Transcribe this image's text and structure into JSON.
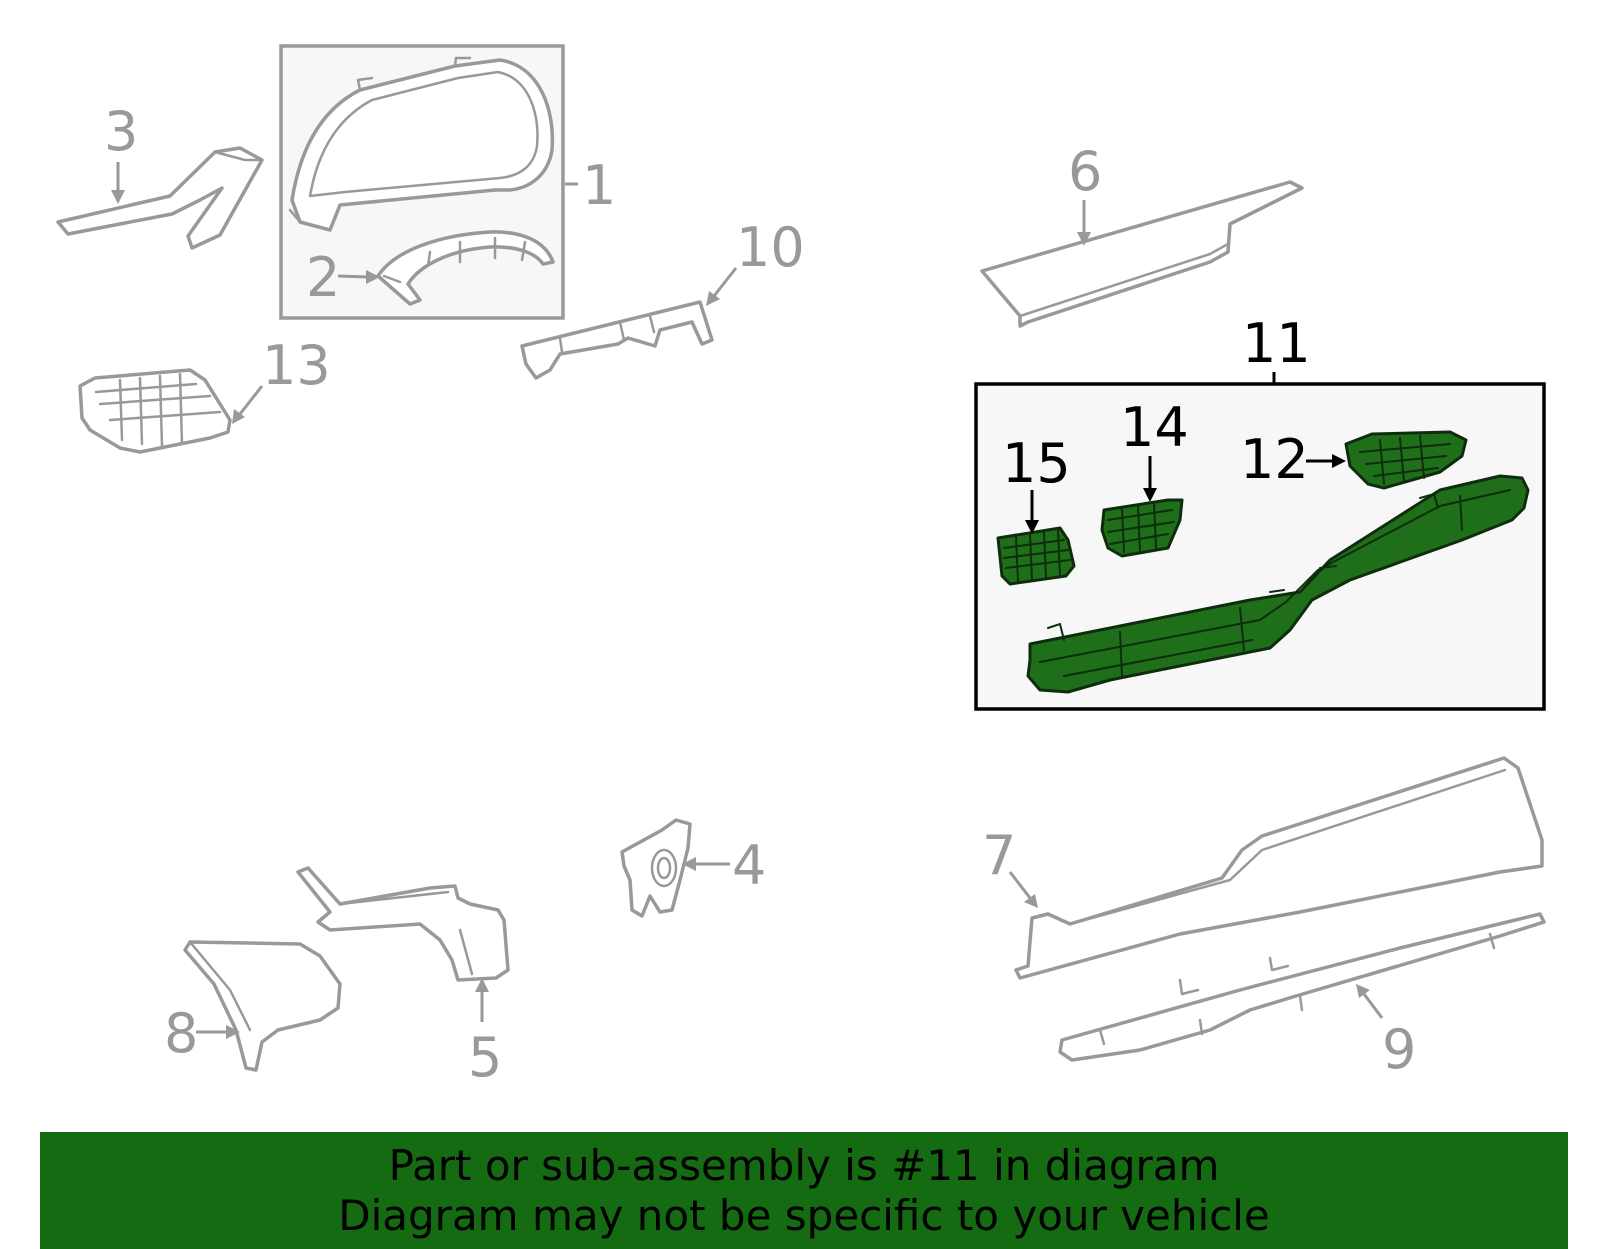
{
  "diagram": {
    "callouts": [
      "1",
      "2",
      "3",
      "4",
      "5",
      "6",
      "7",
      "8",
      "9",
      "10",
      "11",
      "12",
      "13",
      "14",
      "15"
    ],
    "highlighted_part": "11",
    "colors": {
      "highlight_fill": "#1f6e1a",
      "highlight_stroke": "#0e2d0c",
      "part_stroke": "#999999",
      "callout_gray": "#999999",
      "callout_black": "#000000",
      "box_fill": "#f7f7f7"
    }
  },
  "banner": {
    "line1": "Part or sub-assembly is #11 in diagram",
    "line2": "Diagram may not be specific to your vehicle",
    "background": "#156b12"
  }
}
